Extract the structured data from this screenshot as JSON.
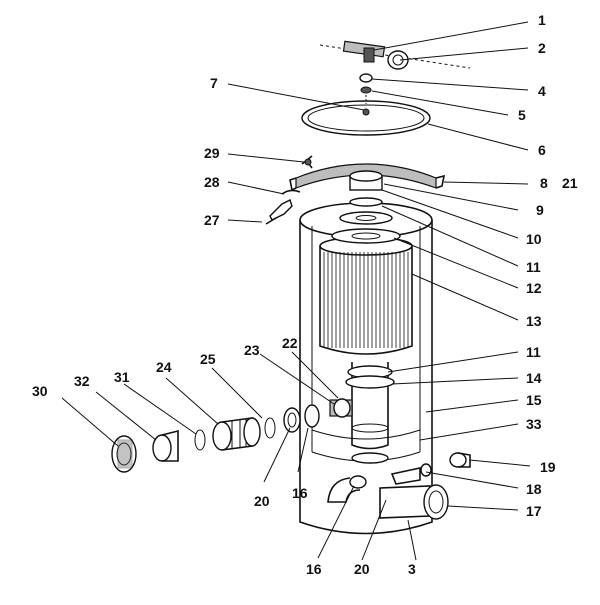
{
  "callouts": {
    "c1": "1",
    "c2": "2",
    "c3": "3",
    "c4": "4",
    "c5": "5",
    "c6": "6",
    "c7": "7",
    "c8": "8",
    "c9": "9",
    "c10": "10",
    "c11a": "11",
    "c11b": "11",
    "c12": "12",
    "c13": "13",
    "c14": "14",
    "c15": "15",
    "c16a": "16",
    "c16b": "16",
    "c17": "17",
    "c18": "18",
    "c19": "19",
    "c20a": "20",
    "c20b": "20",
    "c21": "21",
    "c22": "22",
    "c23": "23",
    "c24": "24",
    "c25": "25",
    "c27": "27",
    "c28": "28",
    "c29": "29",
    "c30": "30",
    "c31": "31",
    "c32": "32",
    "c33": "33"
  }
}
